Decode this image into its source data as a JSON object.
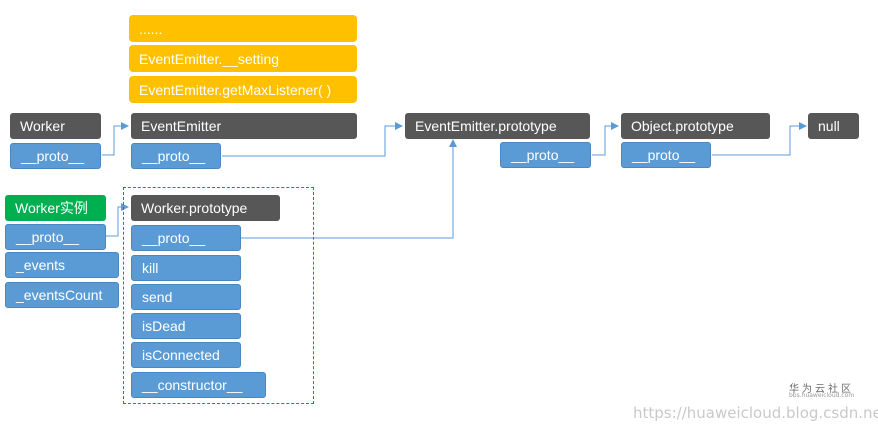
{
  "yellow_notes": [
    "......",
    "EventEmitter.__setting",
    "EventEmitter.getMaxListener( )"
  ],
  "worker": {
    "title": "Worker",
    "proto": "__proto__"
  },
  "event_emitter": {
    "title": "EventEmitter",
    "proto": "__proto__"
  },
  "event_emitter_prototype": {
    "title": "EventEmitter.prototype",
    "proto": "__proto__"
  },
  "object_prototype": {
    "title": "Object.prototype",
    "proto": "__proto__"
  },
  "null_node": {
    "title": "null"
  },
  "worker_instance": {
    "title": "Worker实例",
    "fields": [
      "__proto__",
      "_events",
      "_eventsCount"
    ]
  },
  "worker_prototype": {
    "title": "Worker.prototype",
    "members": [
      "__proto__",
      "kill",
      "send",
      "isDead",
      "isConnected",
      "__constructor__"
    ]
  },
  "watermark": {
    "logo": "华为云社区",
    "sub": "bbs.huaweicloud.com",
    "url": "https://huaweicloud.blog.csdn.net"
  },
  "colors": {
    "dark_node": "#575757",
    "proto_node": "#5b9bd5",
    "note": "#ffc000",
    "instance": "#00b050",
    "connector": "#5b9bd5",
    "group_border": "#e03030"
  }
}
